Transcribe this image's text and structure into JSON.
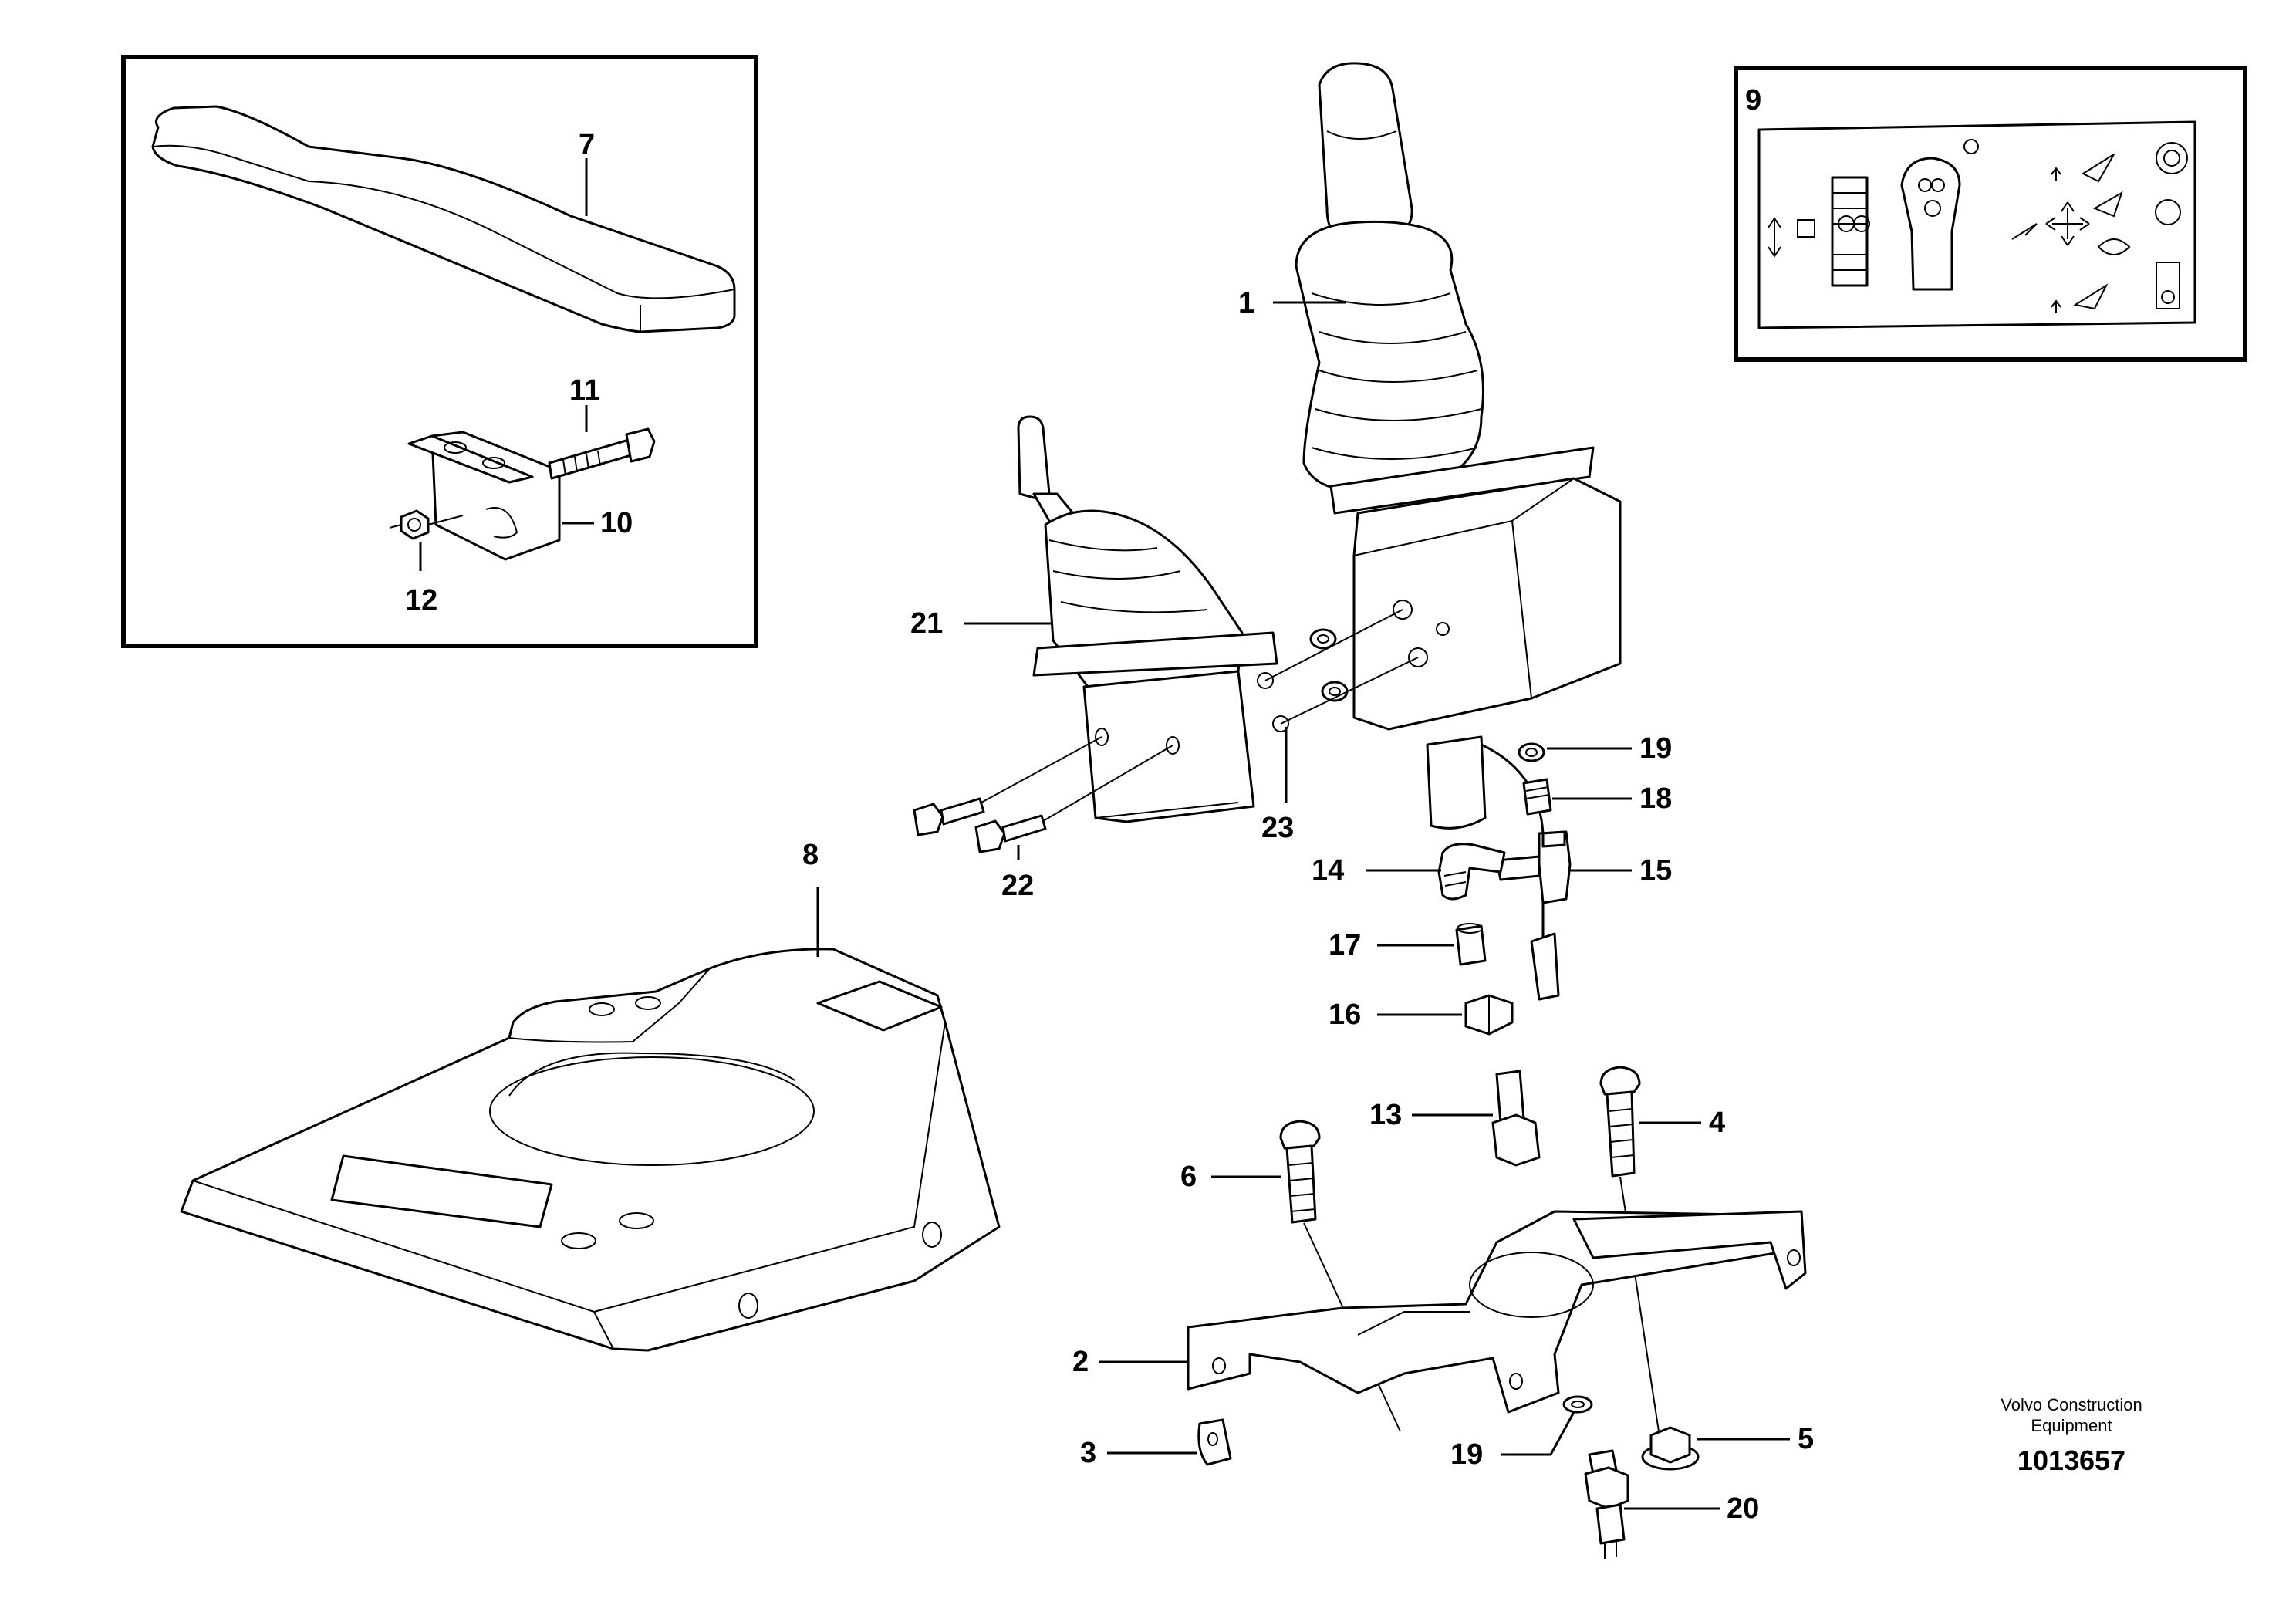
{
  "callouts": {
    "c1": "1",
    "c2": "2",
    "c3": "3",
    "c4": "4",
    "c5": "5",
    "c6": "6",
    "c7": "7",
    "c8": "8",
    "c9": "9",
    "c10": "10",
    "c11": "11",
    "c12": "12",
    "c13": "13",
    "c14": "14",
    "c15": "15",
    "c16": "16",
    "c17": "17",
    "c18": "18",
    "c19a": "19",
    "c19b": "19",
    "c20": "20",
    "c21": "21",
    "c22": "22",
    "c23": "23"
  },
  "caption": {
    "line1": "Volvo Construction",
    "line2": "Equipment",
    "doc_number": "1013657"
  }
}
